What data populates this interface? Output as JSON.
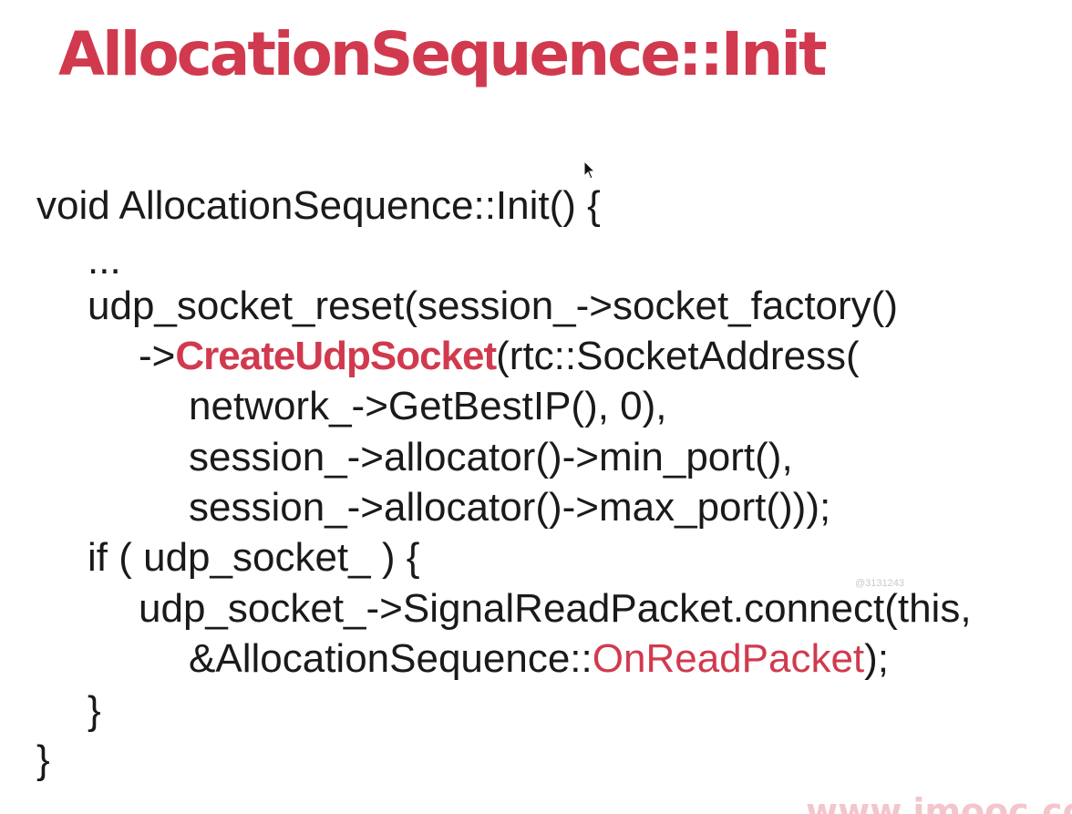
{
  "slide": {
    "title": "AllocationSequence::Init",
    "code_lines": [
      {
        "text": "void AllocationSequence::Init() {"
      },
      {
        "text": "..."
      },
      {
        "text": "udp_socket_reset(session_->socket_factory()"
      },
      {
        "pre": "->",
        "highlight": "CreateUdpSocket",
        "post": "(rtc::SocketAddress("
      },
      {
        "text": "network_->GetBestIP(), 0),"
      },
      {
        "text": "session_->allocator()->min_port(),"
      },
      {
        "text": "session_->allocator()->max_port()));"
      },
      {
        "text": "if ( udp_socket_ ) {"
      },
      {
        "text": "udp_socket_->SignalReadPacket.connect(this,"
      },
      {
        "pre": "&AllocationSequence::",
        "highlight": "OnReadPacket",
        "post": ");"
      },
      {
        "text": "}"
      },
      {
        "text": "}"
      }
    ],
    "watermark": "@3131243",
    "brand_text": "www.imooc.co"
  },
  "colors": {
    "accent": "#d13a4e",
    "text": "#1a1a1a",
    "background": "#ffffff"
  },
  "icons": {
    "cursor": "mouse-pointer-icon"
  }
}
